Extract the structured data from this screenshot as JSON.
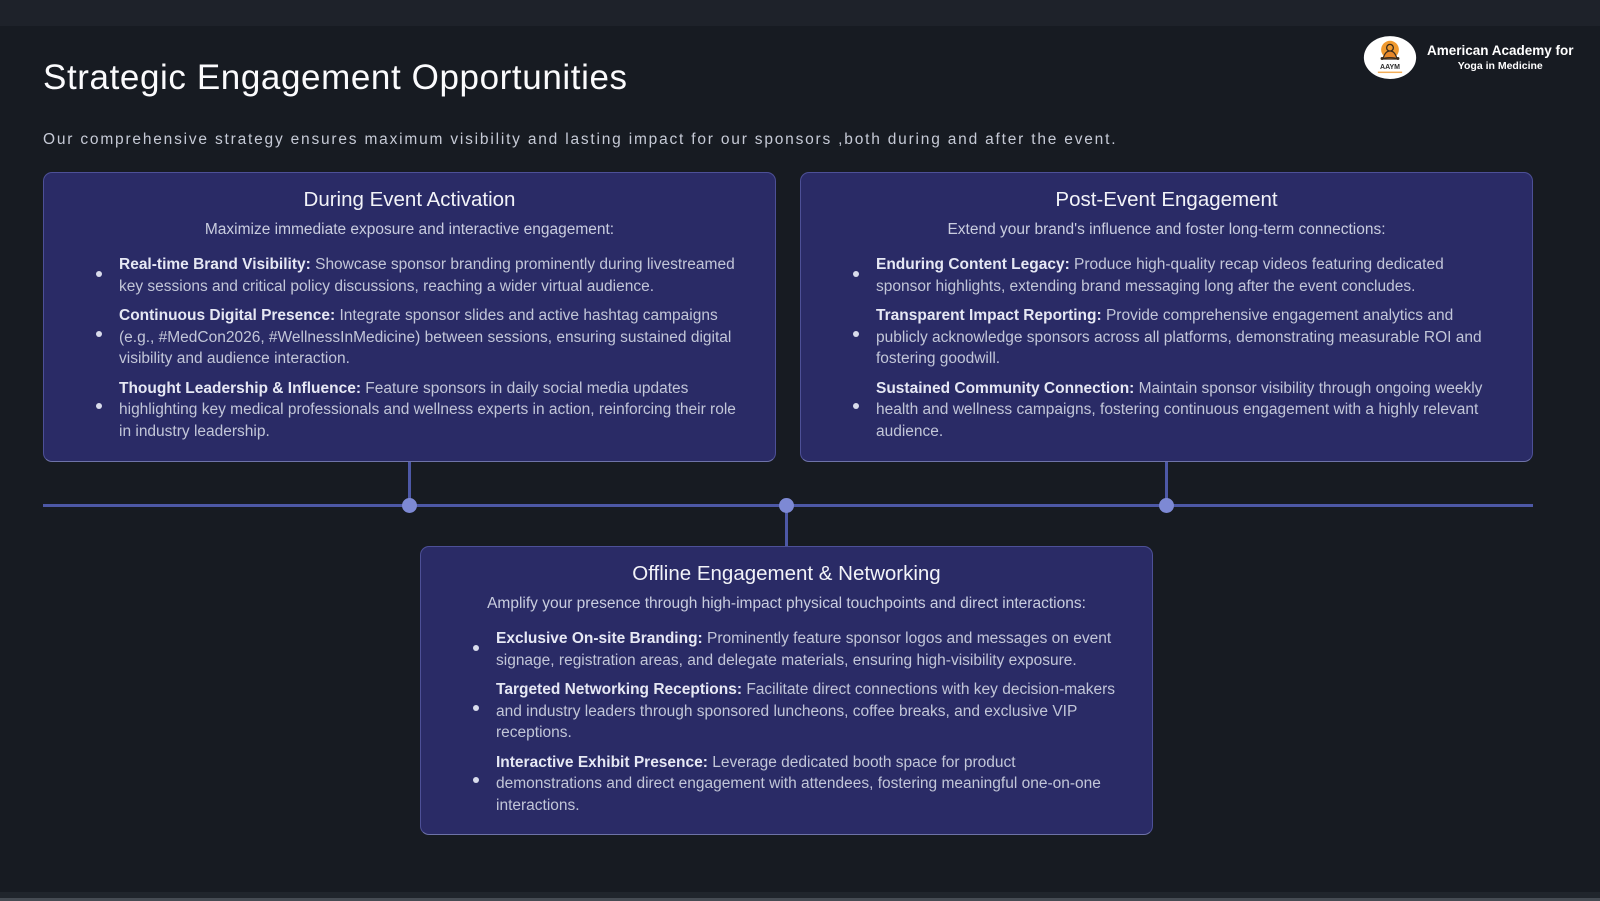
{
  "page": {
    "title": "Strategic Engagement Opportunities",
    "subtitle": "Our comprehensive strategy ensures maximum visibility and lasting impact for our sponsors ,both during and after the event."
  },
  "logo": {
    "acronym": "AAYM",
    "org_line1": "American Academy for",
    "org_line2": "Yoga in Medicine"
  },
  "cards": [
    {
      "title": "During Event Activation",
      "subtitle": "Maximize immediate exposure and interactive engagement:",
      "bullets": [
        {
          "label": "Real-time Brand Visibility:",
          "text": " Showcase sponsor branding prominently during livestreamed key sessions and critical policy discussions, reaching a wider virtual audience."
        },
        {
          "label": "Continuous Digital Presence:",
          "text": " Integrate sponsor slides and active hashtag campaigns (e.g., #MedCon2026, #WellnessInMedicine) between sessions, ensuring sustained digital visibility and audience interaction."
        },
        {
          "label": "Thought Leadership & Influence:",
          "text": " Feature sponsors in daily social media updates highlighting key medical professionals and wellness experts in action, reinforcing their role in industry leadership."
        }
      ]
    },
    {
      "title": "Post-Event Engagement",
      "subtitle": "Extend your brand's influence and foster long-term connections:",
      "bullets": [
        {
          "label": "Enduring Content Legacy:",
          "text": " Produce high-quality recap videos featuring dedicated sponsor highlights, extending brand messaging long after the event concludes."
        },
        {
          "label": "Transparent Impact Reporting:",
          "text": " Provide comprehensive engagement analytics and publicly acknowledge sponsors across all platforms, demonstrating measurable ROI and fostering goodwill."
        },
        {
          "label": "Sustained Community Connection:",
          "text": " Maintain sponsor visibility through ongoing weekly health and wellness campaigns, fostering continuous engagement with a highly relevant audience."
        }
      ]
    },
    {
      "title": "Offline Engagement & Networking",
      "subtitle": "Amplify your presence through high-impact physical touchpoints and direct interactions:",
      "bullets": [
        {
          "label": "Exclusive On-site Branding:",
          "text": " Prominently feature sponsor logos and messages on event signage, registration areas, and delegate materials, ensuring high-visibility exposure."
        },
        {
          "label": "Targeted Networking Receptions:",
          "text": " Facilitate direct connections with key decision-makers and industry leaders through sponsored luncheons, coffee breaks, and exclusive VIP receptions."
        },
        {
          "label": "Interactive Exhibit Presence:",
          "text": " Leverage dedicated booth space for product demonstrations and direct engagement with attendees, fostering meaningful one-on-one interactions."
        }
      ]
    }
  ],
  "colors": {
    "background": "#171b22",
    "card_background": "#2a2b66",
    "card_border": "#4d5097",
    "connector_line": "#4d58a6",
    "connector_dot": "#7d89d4",
    "logo_orange": "#f09a30",
    "title_text": "#fbfbfd",
    "body_text": "#c2c6d8"
  }
}
